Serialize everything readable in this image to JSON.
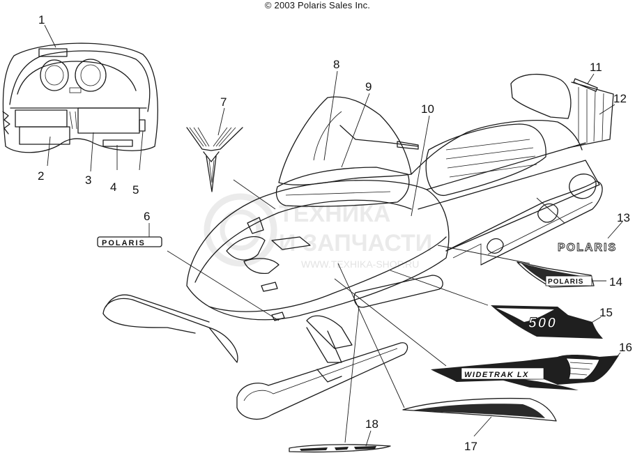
{
  "copyright": "© 2003 Polaris Sales Inc.",
  "callouts": [
    "1",
    "2",
    "3",
    "4",
    "5",
    "6",
    "7",
    "8",
    "9",
    "10",
    "11",
    "12",
    "13",
    "14",
    "15",
    "16",
    "17",
    "18"
  ],
  "decals": {
    "polaris_small": "POLARIS",
    "polaris_large": "POLARIS",
    "polaris_14": "POLARIS",
    "model_500": "500",
    "widetrak": "WIDETRAK LX"
  },
  "watermark": {
    "line1": "ТЕХНИКА",
    "line2": "И ЗАПЧАСТИ",
    "url": "WWW.TEXHIKA-SHOP.RU"
  }
}
